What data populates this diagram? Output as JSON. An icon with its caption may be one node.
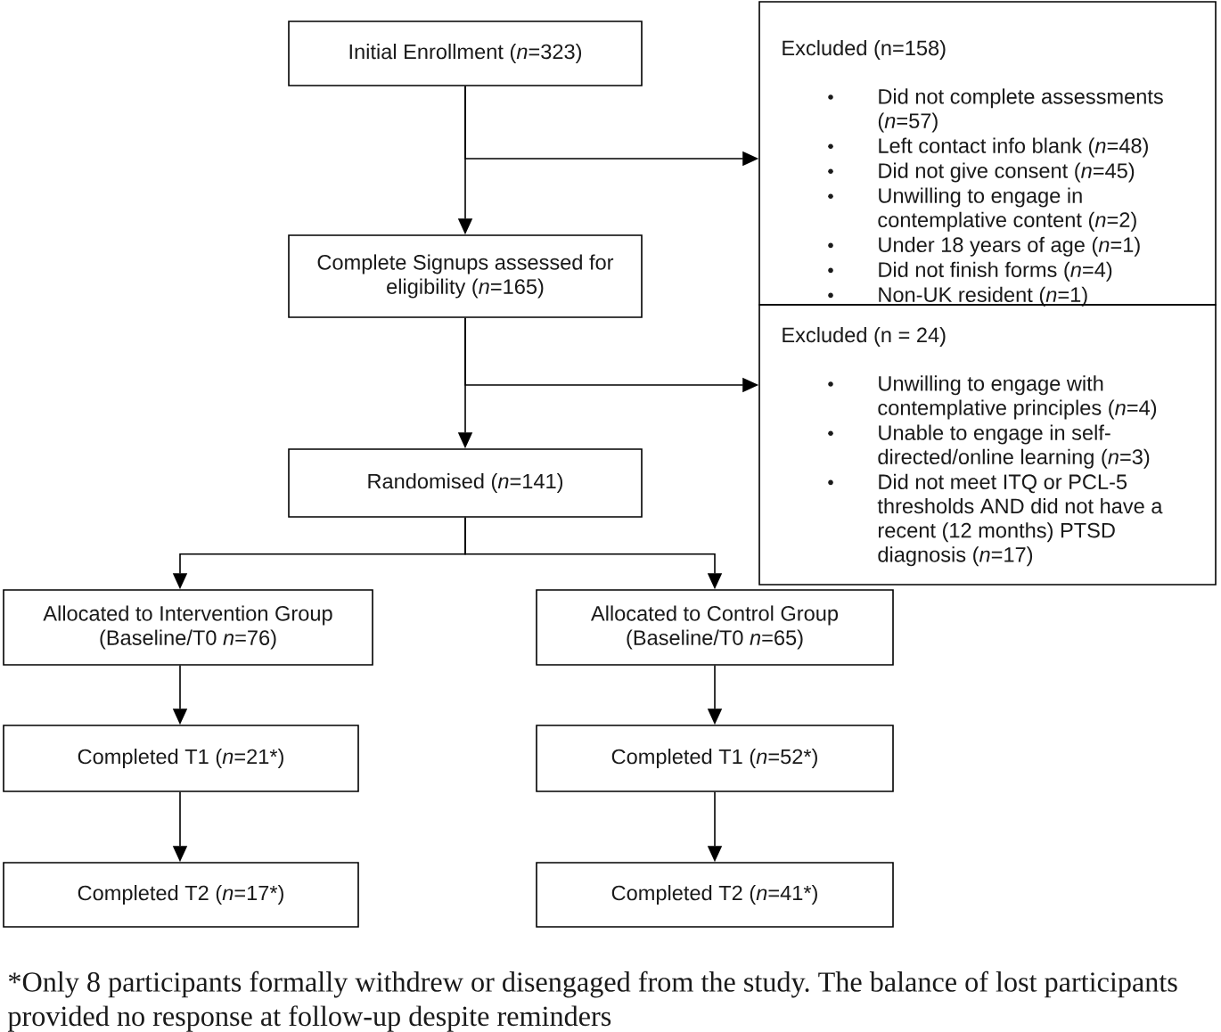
{
  "diagram": {
    "nodes": [
      {
        "text": [
          "Initial Enrollment (*n*=323)"
        ]
      },
      {
        "text": [
          "Complete Signups assessed for eligibility (*n*=165)"
        ]
      },
      {
        "text": [
          "Randomised (*n*=141)"
        ]
      },
      {
        "text": [
          "Excluded (n=158)",
          "Did not complete assessments (*n*=57)",
          "Left contact info blank (*n*=48)",
          "Did not give consent (*n*=45)",
          "Unwilling to engage in contemplative content (*n*=2)",
          "Under 18 years of age (*n*=1)",
          "Did not finish forms (*n*=4)",
          "Non-UK resident (*n*=1)"
        ]
      },
      {
        "text": [
          "Excluded (n = 24)",
          "Unwilling to engage with contemplative principles (*n*=4)",
          "Unable to engage in self-directed/online learning (*n*=3)",
          "Did not meet ITQ or PCL-5 thresholds AND did not have a recent (12 months) PTSD diagnosis (*n*=17)"
        ]
      },
      {
        "text": [
          "Allocated to Intervention Group (Baseline/T0 *n*=76)"
        ]
      },
      {
        "text": [
          "Allocated to Control Group (Baseline/T0 *n*=65)"
        ]
      },
      {
        "text": [
          "Completed T1 (*n*=21*)"
        ]
      },
      {
        "text": [
          "Completed T1 (*n*=52*)"
        ]
      },
      {
        "text": [
          "Completed T2 (*n*=17*)"
        ]
      },
      {
        "text": [
          "Completed T2 (*n*=41*)"
        ]
      }
    ],
    "edges": [
      {
        "from": 0,
        "to": 1,
        "arrow": "to"
      },
      {
        "from": 0,
        "to": 3,
        "arrow": "to"
      },
      {
        "from": 1,
        "to": 2,
        "arrow": "to"
      },
      {
        "from": 1,
        "to": 4,
        "arrow": "to"
      },
      {
        "from": 2,
        "to": 5,
        "arrow": "to"
      },
      {
        "from": 2,
        "to": 6,
        "arrow": "to"
      },
      {
        "from": 5,
        "to": 7,
        "arrow": "to"
      },
      {
        "from": 6,
        "to": 8,
        "arrow": "to"
      },
      {
        "from": 7,
        "to": 9,
        "arrow": "to"
      },
      {
        "from": 8,
        "to": 10,
        "arrow": "to"
      }
    ],
    "labels": [
      "*Only 8 participants formally withdrew or disengaged from the study. The balance of lost participants provided no response at follow-up despite reminders"
    ]
  }
}
